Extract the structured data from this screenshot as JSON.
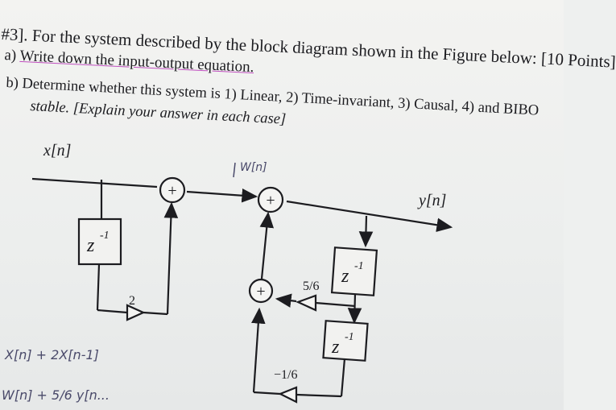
{
  "problem": {
    "line1": "#3]. For the system described by the block diagram shown in the Figure below: [10 Points]",
    "line2_label": "a)",
    "line2_text": "Write down the input-output equation.",
    "line3_label": "b)",
    "line3_text": "Determine whether this system is 1) Linear, 2) Time-invariant, 3) Causal, 4) and BIBO",
    "line4_text": "stable. [Explain your answer in each case]"
  },
  "diagram": {
    "input_label": "x[n]",
    "output_label": "y[n]",
    "delay_label": "z",
    "delay_exp": "-1",
    "adder_symbol": "+",
    "gain_2": "2",
    "gain_5_6": "5/6",
    "gain_neg_1_6": "−1/6"
  },
  "handwriting": {
    "wn_top": "W[n]",
    "eq1": "X[n] + 2X[n-1]",
    "eq2": "W[n] + 5/6 y[n..."
  },
  "colors": {
    "ink": "#1c1c20",
    "highlight": "#d65ac8",
    "pencil": "#4a4a6a"
  }
}
